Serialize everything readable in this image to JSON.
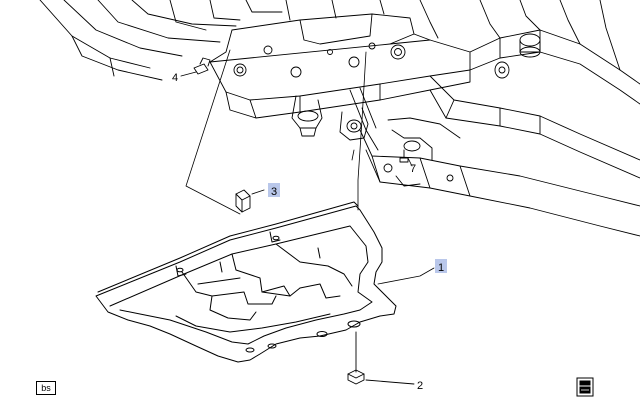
{
  "diagram": {
    "callouts": [
      {
        "id": "1",
        "label": "1",
        "highlighted": true
      },
      {
        "id": "2",
        "label": "2",
        "highlighted": false
      },
      {
        "id": "3",
        "label": "3",
        "highlighted": true
      },
      {
        "id": "4",
        "label": "4",
        "highlighted": false
      },
      {
        "id": "7",
        "label": "7",
        "highlighted": false
      }
    ],
    "highlight_color": "#b9c7ea",
    "line_color": "#000000"
  },
  "footer": {
    "tag_label": "bs",
    "document_icon": "document-stack-icon"
  }
}
